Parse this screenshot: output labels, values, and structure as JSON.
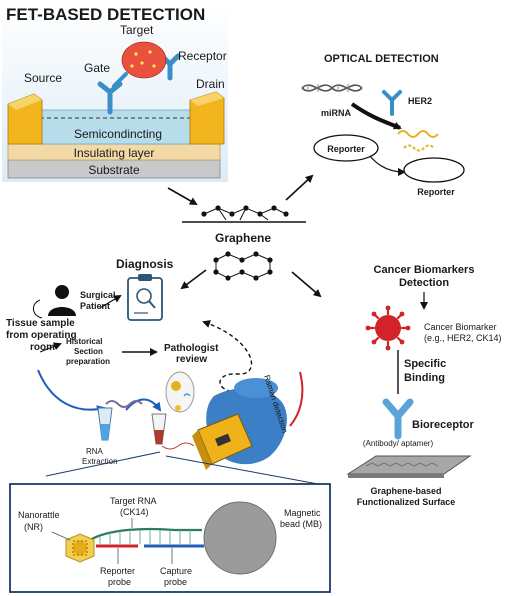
{
  "fet": {
    "title": "FET-BASED DETECTION",
    "target": "Target",
    "receptor": "Receptor",
    "gate": "Gate",
    "source": "Source",
    "drain": "Drain",
    "semiconducting": "Semicondincting",
    "insulating": "Insulating layer",
    "substrate": "Substrate"
  },
  "optical": {
    "title": "OPTICAL DETECTION",
    "mirna": "miRNA",
    "her2": "HER2",
    "reporter_a": "Reporter",
    "reporter_b": "Reporter"
  },
  "center": {
    "graphene": "Graphene",
    "diagnosis": "Diagnosis"
  },
  "workflow": {
    "surgical_patient_1": "Surgical",
    "surgical_patient_2": "Patient",
    "tissue_1": "Tissue sample",
    "tissue_2": "from operating",
    "tissue_3": "room",
    "historical_1": "Historical",
    "historical_2": "Section",
    "historical_3": "preparation",
    "pathologist_1": "Pathologist",
    "pathologist_2": "review",
    "rna_1": "RNA",
    "rna_2": "Extraction",
    "raman": "Raman detection"
  },
  "biomarker": {
    "title_1": "Cancer Biomarkers",
    "title_2": "Detection",
    "cancer_1": "Cancer Biomarker",
    "cancer_2": "(e.g., HER2, CK14)",
    "binding_1": "Specific",
    "binding_2": "Binding",
    "bioreceptor_1": "Bioreceptor",
    "bioreceptor_2": "(Antibody/ aptamer)",
    "surface_1": "Graphene-based",
    "surface_2": "Functionalized Surface"
  },
  "assay": {
    "target_rna_1": "Target RNA",
    "target_rna_2": "(CK14)",
    "nanorattle_1": "Nanorattle",
    "nanorattle_2": "(NR)",
    "magnetic_1": "Magnetic",
    "magnetic_2": "bead (MB)",
    "reporter_1": "Reporter",
    "reporter_2": "probe",
    "capture_1": "Capture",
    "capture_2": "probe"
  },
  "colors": {
    "fet_bg": "#e8f4fb",
    "semiconductor": "#b7dcea",
    "electrode": "#f2b51e",
    "insulating": "#f2d9a6",
    "substrate": "#c9c9c9",
    "target": "#e8513d",
    "receptor": "#3a8fc7",
    "virus": "#d2232a",
    "bioreceptor": "#5aa3d9",
    "glove": "#3c7fc6",
    "device": "#f0b21b"
  }
}
